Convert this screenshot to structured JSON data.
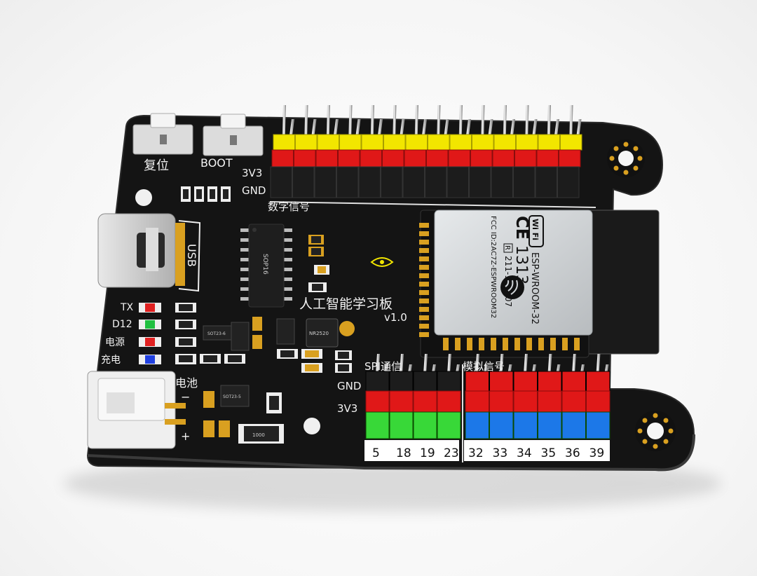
{
  "board": {
    "buttons": {
      "reset": "复位",
      "boot": "BOOT"
    },
    "power_labels": {
      "v33_top": "3V3",
      "gnd_top": "GND",
      "gnd_bottom": "GND",
      "v33_bottom": "3V3"
    },
    "section_labels": {
      "digital": "数字信号",
      "serial": "SPI通信",
      "analog": "模拟信号"
    },
    "usb_label": "USB",
    "battery_label": "电池",
    "polarity": {
      "minus": "−",
      "plus": "+"
    },
    "leds": [
      {
        "label": "TX",
        "color": "#e02020"
      },
      {
        "label": "D12",
        "color": "#20c040"
      },
      {
        "label": "电源",
        "color": "#e02020"
      },
      {
        "label": "充电",
        "color": "#2040e0"
      }
    ],
    "ic": {
      "sop16": "SOP16",
      "sot23_a": "SOT23-6",
      "sot23_b": "SOT23-5",
      "inductor": "NR2520",
      "resistor": "1000"
    },
    "title": "人工智能学习板",
    "version": "v1.0",
    "module": {
      "wifi": "Wi Fi",
      "ce": "CE",
      "ce_num": "1313",
      "name": "ESP-WROOM-32",
      "fcc": "FCC ID:2AC7Z-ESPWROOM32",
      "cert": "211-161007",
      "r_mark": "R"
    },
    "pins_left": [
      "5",
      "18",
      "19",
      "23"
    ],
    "pins_right": [
      "32",
      "33",
      "34",
      "35",
      "36",
      "39"
    ]
  },
  "colors": {
    "pcb": "#141414",
    "header_yellow": "#f2e600",
    "header_red": "#e01818",
    "header_black": "#1c1c1c",
    "header_green": "#38d838",
    "header_blue": "#1c78e8",
    "gold": "#d9a020",
    "module_shield": "#cfd3d6"
  }
}
